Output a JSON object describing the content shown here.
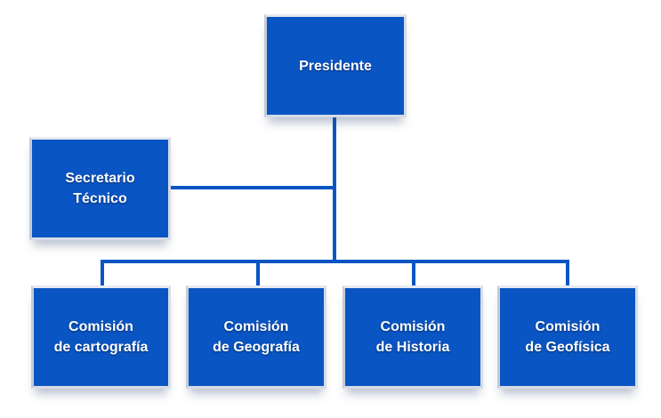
{
  "nodes": {
    "president": "Presidente",
    "secretary": "Secretario\nTécnico",
    "commission_cartography": "Comisión\nde cartografía",
    "commission_geography": "Comisión\nde Geografía",
    "commission_history": "Comisión\nde Historia",
    "commission_geophysics": "Comisión\nde Geofísica"
  },
  "colors": {
    "node_fill": "#0a55c4",
    "connector": "#0a55c4",
    "node_border": "#d6dce6"
  }
}
